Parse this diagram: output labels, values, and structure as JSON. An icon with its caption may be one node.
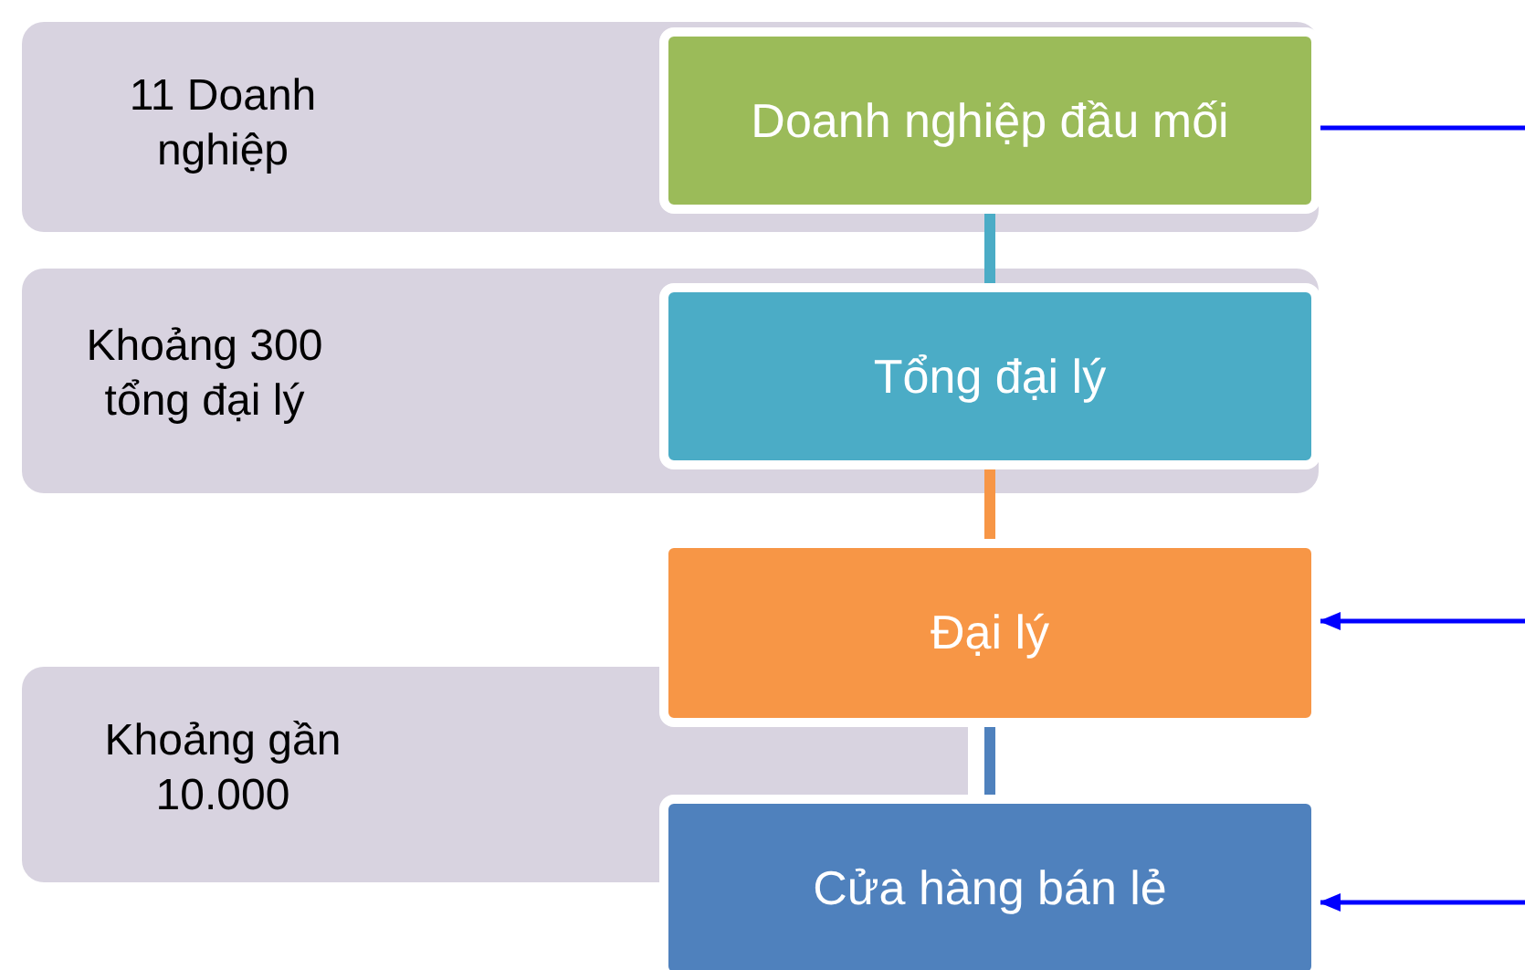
{
  "diagram": {
    "nodes": [
      {
        "text": [
          "11 Doanh nghiệp"
        ]
      },
      {
        "text": [
          "Khoảng 300 tổng đại lý"
        ]
      },
      {
        "text": [
          "Khoảng gần 10.000"
        ]
      },
      {
        "text": [
          "Doanh nghiệp đầu mối"
        ],
        "in": 0
      },
      {
        "text": [
          "Tổng đại lý"
        ],
        "in": 1
      },
      {
        "text": [
          "Đại lý"
        ]
      },
      {
        "text": [
          "Cửa hàng bán lẻ"
        ]
      }
    ],
    "edges": [
      {
        "from": 3,
        "to": 4,
        "arrow": "none",
        "style": "thick",
        "color": "#4bacc6"
      },
      {
        "from": 4,
        "to": 5,
        "arrow": "none",
        "style": "thick",
        "color": "#f79646"
      },
      {
        "from": 5,
        "to": 6,
        "arrow": "none",
        "style": "thick",
        "color": "#4f81bd"
      },
      {
        "from": 3,
        "to": null,
        "arrow": "none",
        "color": "#0000ff"
      },
      {
        "from": null,
        "to": 5,
        "arrow": "to",
        "color": "#0000ff"
      },
      {
        "from": null,
        "to": 6,
        "arrow": "to",
        "color": "#0000ff"
      }
    ]
  }
}
